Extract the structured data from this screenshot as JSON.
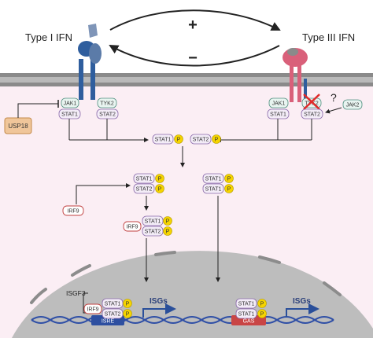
{
  "labels": {
    "type1": "Type I IFN",
    "type3": "Type III IFN",
    "plus": "+",
    "minus": "−",
    "question": "?",
    "jak1": "JAK1",
    "tyk2": "TYK2",
    "stat1": "STAT1",
    "stat2": "STAT2",
    "jak2": "JAK2",
    "usp18": "USP18",
    "irf9": "IRF9",
    "p": "P",
    "isgs": "ISGs",
    "isgf3": "ISGF3",
    "isre": "ISRE",
    "gas": "GAS"
  },
  "colors": {
    "membrane": "#8a8a8a",
    "cytoplasm": "#fbeef4",
    "nucleus": "#bdbdbd",
    "type1_receptor": "#2f5e9e",
    "type3_receptor": "#d9607a",
    "stat_fill": "#f3ecf7",
    "stat_border": "#8a6aaa",
    "jak_fill": "#e8f4f0",
    "jak_border": "#4f8f7f",
    "phospho": "#f5d400",
    "usp18": "#f0c69a",
    "irf9_border": "#c04040",
    "isre": "#2e4fa0",
    "gas": "#c94545",
    "dna": "#2f4fa6",
    "isg_arrow": "#2a4f9a",
    "cross": "#e02a2a"
  }
}
